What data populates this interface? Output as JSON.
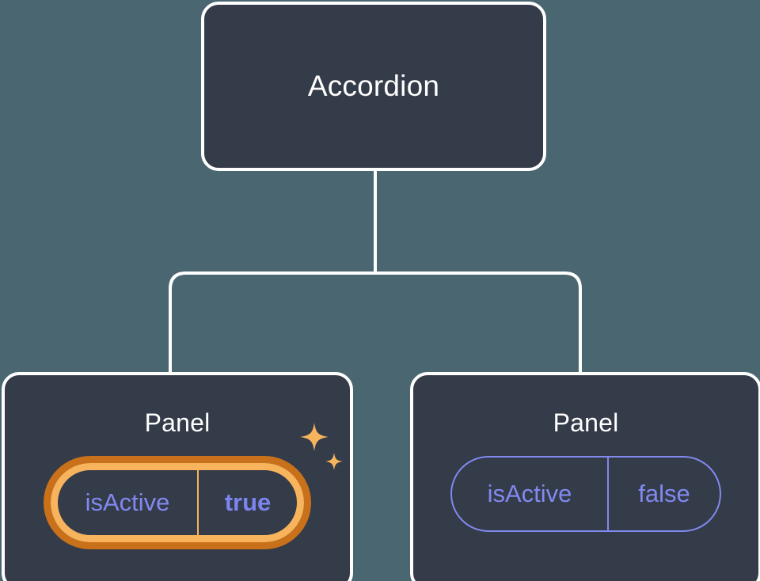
{
  "canvas": {
    "background_color": "#4a6670",
    "node_fill_color": "#343b49",
    "node_border_color": "#ffffff",
    "connector_color": "#ffffff",
    "prop_color": "#8289f0",
    "highlight_value_color": "#7c84f0",
    "highlight_outer_ring_color": "#c8711a",
    "highlight_inner_ring_color": "#f7b45c",
    "sparkle_color": "#f7b45c"
  },
  "tree": {
    "root": {
      "title": "Accordion"
    },
    "children": [
      {
        "title": "Panel",
        "prop": {
          "key": "isActive",
          "value": "true"
        },
        "highlighted": true,
        "sparkle_icon": "sparkles-icon"
      },
      {
        "title": "Panel",
        "prop": {
          "key": "isActive",
          "value": "false"
        },
        "highlighted": false
      }
    ]
  }
}
